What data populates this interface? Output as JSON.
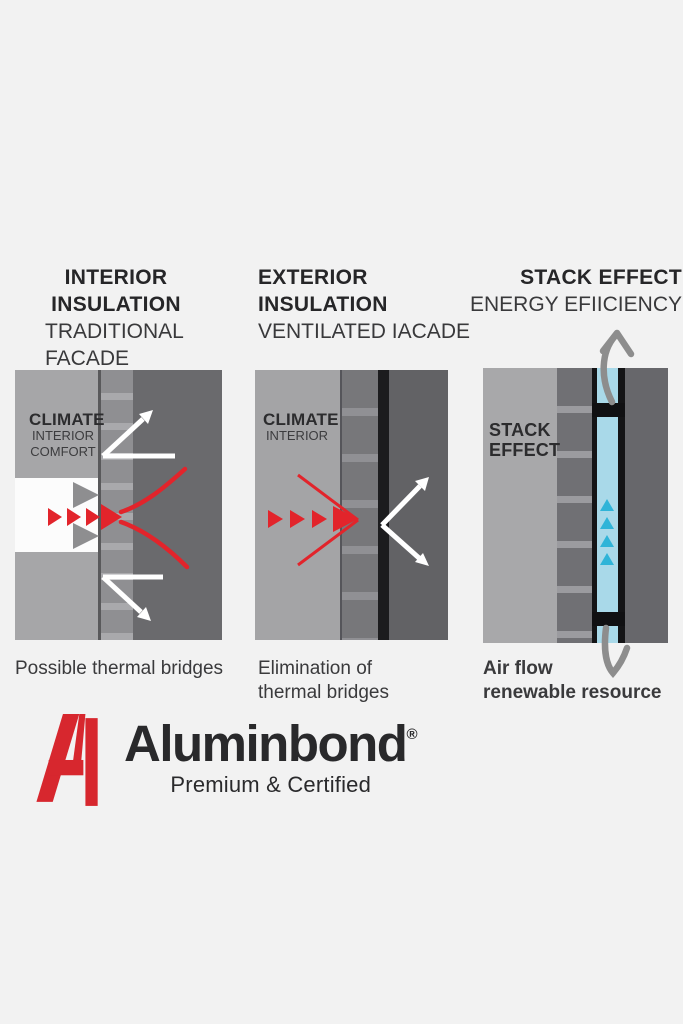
{
  "columns": [
    {
      "heading_bold": [
        "INTERIOR",
        "INSULATION"
      ],
      "heading_regular": [
        "TRADITIONAL",
        "FACADE"
      ],
      "wall_label_bold": [
        "CLIMATE"
      ],
      "wall_label_regular": [
        "INTERIOR",
        "COMFORT"
      ],
      "caption": [
        "Possible thermal bridges"
      ]
    },
    {
      "heading_bold": [
        "EXTERIOR",
        "INSULATION"
      ],
      "heading_regular": [
        "VENTILATED IACADE"
      ],
      "wall_label_bold": [
        "CLIMATE"
      ],
      "wall_label_regular": [
        "INTERIOR"
      ],
      "caption": [
        "Elimination of",
        "thermal bridges"
      ]
    },
    {
      "heading_bold": [
        "STACK EFFECT"
      ],
      "heading_regular": [
        "ENERGY EFIICIENCY"
      ],
      "wall_label_bold": [
        "STACK",
        "EFFECT"
      ],
      "wall_label_regular": [],
      "caption": [
        "Air flow",
        "renewable resource"
      ]
    }
  ],
  "logo": {
    "brand": "Aluminbond",
    "registered": "®",
    "tagline": "Premium & Certified"
  },
  "colors": {
    "brand_red": "#d7272e",
    "arrow_red": "#e2242b",
    "air_channel_blue": "#a9d9e9",
    "air_triangle_cyan": "#2fb4d8",
    "background": "#f2f2f2",
    "ink": "#29292b"
  },
  "icons": {
    "heat_flow": "red-right-triangles",
    "thermal_loss": "white-angle-arrows",
    "air_flow": "gray-curved-arrows"
  }
}
